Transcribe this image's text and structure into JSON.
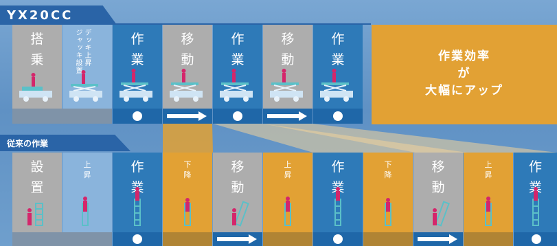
{
  "colors": {
    "blue": "#2e7ab8",
    "gray": "#adadad",
    "light_blue": "#8ab4dc",
    "gold": "#e2a134",
    "strip_blue": "#1f67a8",
    "strip_gray": "#7f93a8",
    "header": "#2a64a7"
  },
  "top": {
    "title": "YX20CC",
    "tiles": [
      {
        "label": "搭\n乗",
        "style": "gray"
      },
      {
        "label": "デッキ上昇\nジャッキ設置",
        "style": "light_blue"
      },
      {
        "label": "作\n業",
        "style": "blue"
      },
      {
        "label": "移\n動",
        "style": "gray"
      },
      {
        "label": "作\n業",
        "style": "blue"
      },
      {
        "label": "移\n動",
        "style": "gray"
      },
      {
        "label": "作\n業",
        "style": "blue"
      }
    ],
    "result": [
      "作業効率",
      "が",
      "大幅にアップ"
    ]
  },
  "bottom": {
    "title": "従来の作業",
    "tiles": [
      {
        "label": "設\n置",
        "style": "gray"
      },
      {
        "label": "上\n昇",
        "style": "light_blue"
      },
      {
        "label": "作\n業",
        "style": "blue"
      },
      {
        "label": "下\n降",
        "style": "gold"
      },
      {
        "label": "移\n動",
        "style": "gray"
      },
      {
        "label": "上\n昇",
        "style": "gold"
      },
      {
        "label": "作\n業",
        "style": "blue"
      },
      {
        "label": "下\n降",
        "style": "gold"
      },
      {
        "label": "移\n動",
        "style": "gray"
      },
      {
        "label": "上\n昇",
        "style": "gold"
      },
      {
        "label": "作\n業",
        "style": "blue"
      }
    ]
  }
}
